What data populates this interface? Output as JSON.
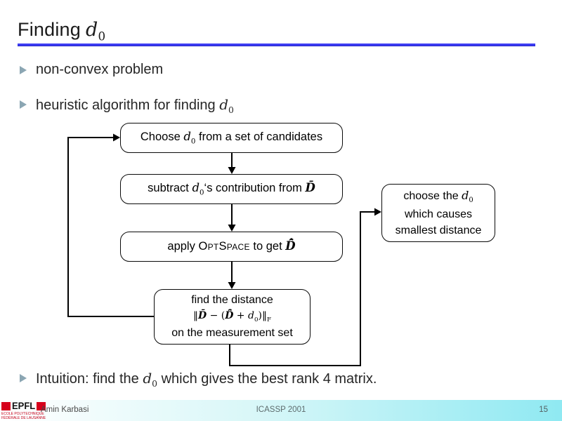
{
  "slide": {
    "title": {
      "text": "Finding",
      "math_var": "d",
      "math_sub": "0"
    },
    "accent_color": "#3c3cf2",
    "bullet_color": "#8ba6b3",
    "bullets": {
      "b1": {
        "text": "non-convex problem"
      },
      "b2": {
        "pre": "heuristic algorithm for finding ",
        "math_var": "d",
        "math_sub": "0"
      },
      "b3": {
        "pre": "Intuition: find the ",
        "math_var": "d",
        "math_sub": "0",
        "post": " which gives the best rank 4 matrix."
      }
    },
    "flowchart": {
      "box1": {
        "pre": "Choose ",
        "math_var": "d",
        "math_sub": "0",
        "post": " from a set of candidates"
      },
      "box2": {
        "pre": "subtract ",
        "math_var": "d",
        "math_sub": "0",
        "mid": "‘s contribution from ",
        "matrix": "D̄"
      },
      "box3": {
        "pre": "apply ",
        "algo": "OptSpace",
        "mid": " to get ",
        "matrix": "D̄̂"
      },
      "box4": {
        "line1": "find the distance",
        "formula": [
          {
            "t": "‖"
          },
          {
            "t": "D̄"
          },
          {
            "t": " − ("
          },
          {
            "t": "D̄̂"
          },
          {
            "t": " + "
          },
          {
            "t": "d"
          },
          {
            "t": "0"
          },
          {
            "t": ")‖"
          },
          {
            "t": "F"
          }
        ],
        "line3": "on the measurement set"
      },
      "side_box": {
        "line1_pre": "choose the ",
        "math_var": "d",
        "math_sub": "0",
        "line2": "which causes",
        "line3": "smallest distance"
      }
    },
    "footer": {
      "logo": {
        "name": "EPFL",
        "caption_line1": "ECOLE POLYTECHNIQUE",
        "caption_line2": "FÉDÉRALE DE LAUSANNE"
      },
      "author": "Amin Karbasi",
      "conference": "ICASSP 2001",
      "page": "15",
      "bar_color_right": "#8fe9f2"
    }
  }
}
